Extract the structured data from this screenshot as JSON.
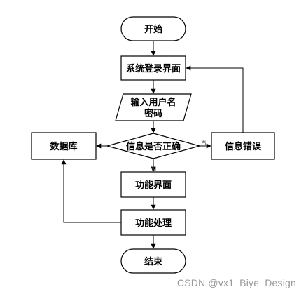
{
  "flowchart": {
    "start": "开始",
    "login_screen": "系统登录界面",
    "input_line1": "输入用户名",
    "input_line2": "密码",
    "decision": "信息是否正确",
    "database": "数据库",
    "error": "信息错误",
    "function_screen": "功能界面",
    "processing": "功能处理",
    "end": "结束",
    "label_no": "否",
    "label_yes": "是"
  },
  "watermark": "CSDN @vx1_Biye_Design"
}
